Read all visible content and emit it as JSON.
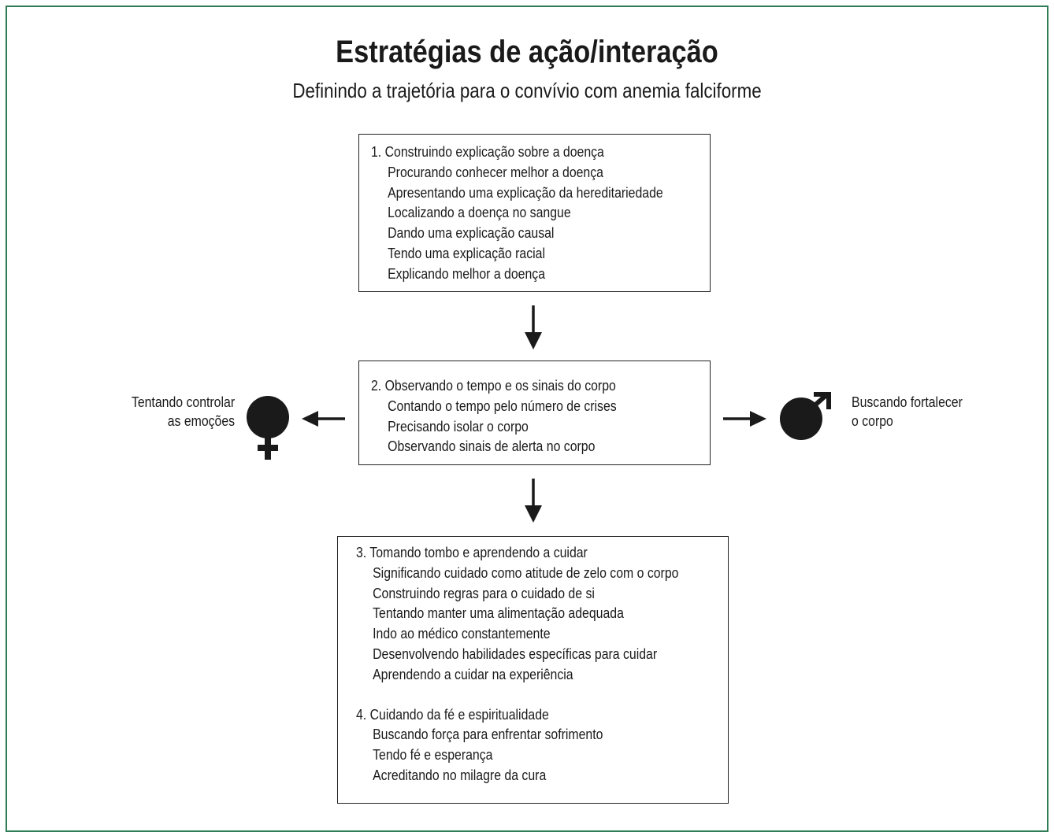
{
  "title": "Estratégias de ação/interação",
  "subtitle": "Definindo a trajetória para o convívio com anemia falciforme",
  "boxes": {
    "box1": {
      "heading": "1. Construindo explicação sobre a doença",
      "items": [
        "Procurando conhecer melhor a doença",
        "Apresentando uma explicação da hereditariedade",
        "Localizando a doença no sangue",
        "Dando uma explicação causal",
        "Tendo uma explicação racial",
        "Explicando melhor a doença"
      ]
    },
    "box2": {
      "heading": "2. Observando o tempo e os sinais do corpo",
      "items": [
        "Contando o tempo pelo número de crises",
        "Precisando isolar o corpo",
        "Observando sinais de alerta no corpo"
      ]
    },
    "box3": {
      "section1": {
        "heading": "3. Tomando tombo e aprendendo a cuidar",
        "items": [
          "Significando cuidado como atitude de zelo com o corpo",
          "Construindo regras para o cuidado de si",
          "Tentando manter uma alimentação adequada",
          "Indo ao médico constantemente",
          "Desenvolvendo habilidades específicas para cuidar",
          "Aprendendo a cuidar na experiência"
        ]
      },
      "section2": {
        "heading": "4. Cuidando da fé e espiritualidade",
        "items": [
          "Buscando força para enfrentar sofrimento",
          "Tendo fé e esperança",
          "Acreditando no milagre da cura"
        ]
      }
    }
  },
  "left_label": {
    "line1": "Tentando controlar",
    "line2": "as emoções"
  },
  "right_label": {
    "line1": "Buscando fortalecer",
    "line2": "o corpo"
  },
  "colors": {
    "frame": "#2e7d55",
    "ink": "#1a1a1a"
  },
  "icons": {
    "left": "female-symbol-icon",
    "right": "male-symbol-icon"
  }
}
